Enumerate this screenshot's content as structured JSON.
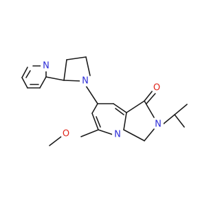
{
  "molecule": {
    "atom_labels": {
      "pyridine_n": "N",
      "pyrrolidine_n": "N",
      "carbonyl_o": "O",
      "lactam_n": "N",
      "ring_n": "N",
      "methoxy_o": "O"
    }
  },
  "colors": {
    "bond": "#1a1a1a",
    "nitrogen": "#2b2bd6",
    "oxygen": "#e0261c",
    "background": "#ffffff"
  }
}
